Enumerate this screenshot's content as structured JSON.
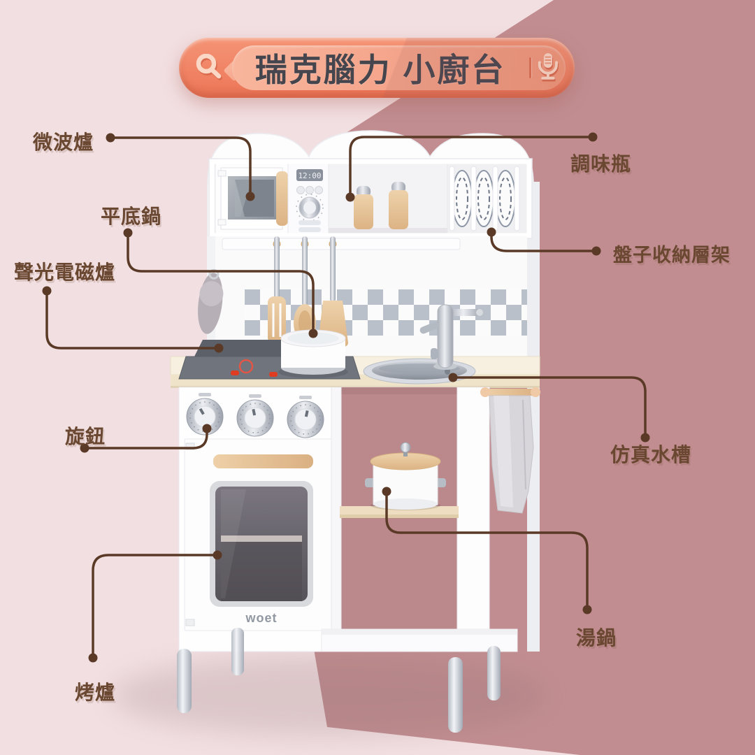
{
  "search_bar": {
    "title": "瑞克腦力 小廚台",
    "search_icon": "magnifier",
    "mic_icon": "microphone"
  },
  "product": {
    "brand": "woet",
    "microwave_display": "12:00"
  },
  "labels": [
    {
      "id": "microwave",
      "text": "微波爐"
    },
    {
      "id": "seasoning-bottles",
      "text": "調味瓶"
    },
    {
      "id": "frying-pan",
      "text": "平底鍋"
    },
    {
      "id": "plate-rack",
      "text": "盤子收納層架"
    },
    {
      "id": "induction-cooker",
      "text": "聲光電磁爐"
    },
    {
      "id": "knobs",
      "text": "旋鈕"
    },
    {
      "id": "sink",
      "text": "仿真水槽"
    },
    {
      "id": "oven",
      "text": "烤爐"
    },
    {
      "id": "soup-pot",
      "text": "湯鍋"
    }
  ],
  "colors": {
    "background_left": "#f2dfe1",
    "background_right": "#c18d90",
    "label_text": "#6a4730",
    "leader_line": "#5a3a27",
    "search_bar": "#ef7f60",
    "search_bar_inner": "#f4a288",
    "search_icon_glyph": "#fbd8c6",
    "title_text": "#45454e"
  }
}
